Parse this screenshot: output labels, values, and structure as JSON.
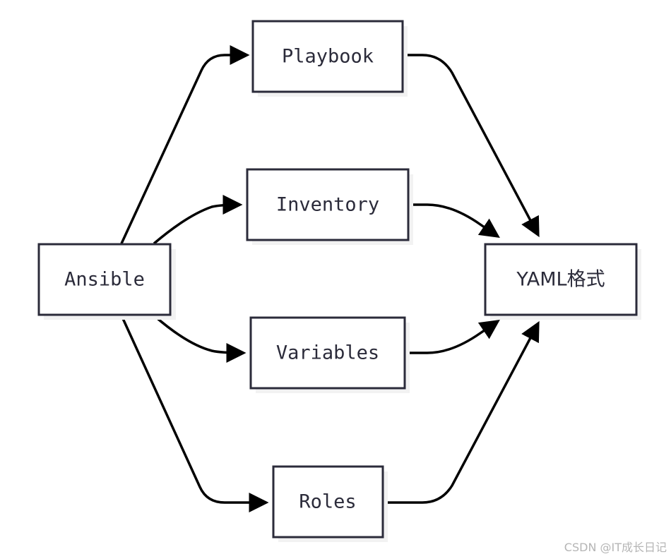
{
  "nodes": {
    "ansible": "Ansible",
    "playbook": "Playbook",
    "inventory": "Inventory",
    "variables": "Variables",
    "roles": "Roles",
    "yaml": "YAML格式"
  },
  "watermark": "CSDN @IT成长日记",
  "colors": {
    "node_border": "#2b2b3a",
    "edge": "#000000",
    "background": "#ffffff"
  }
}
